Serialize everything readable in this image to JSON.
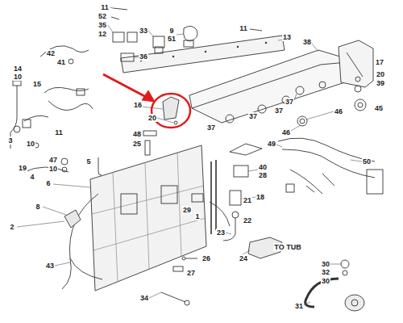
{
  "diagram": {
    "labels": [
      "11",
      "52",
      "35",
      "12",
      "33",
      "36",
      "9",
      "51",
      "11",
      "13",
      "38",
      "42",
      "41",
      "17",
      "20",
      "39",
      "45",
      "14",
      "10",
      "15",
      "16",
      "37",
      "37",
      "37",
      "37",
      "46",
      "46",
      "20",
      "11",
      "48",
      "25",
      "3",
      "10",
      "5",
      "47",
      "10",
      "19",
      "4",
      "49",
      "50",
      "40",
      "28",
      "18",
      "6",
      "8",
      "29",
      "1",
      "21",
      "22",
      "2",
      "23",
      "24",
      "TO TUB",
      "26",
      "27",
      "30",
      "32",
      "30",
      "43",
      "34",
      "31"
    ]
  }
}
